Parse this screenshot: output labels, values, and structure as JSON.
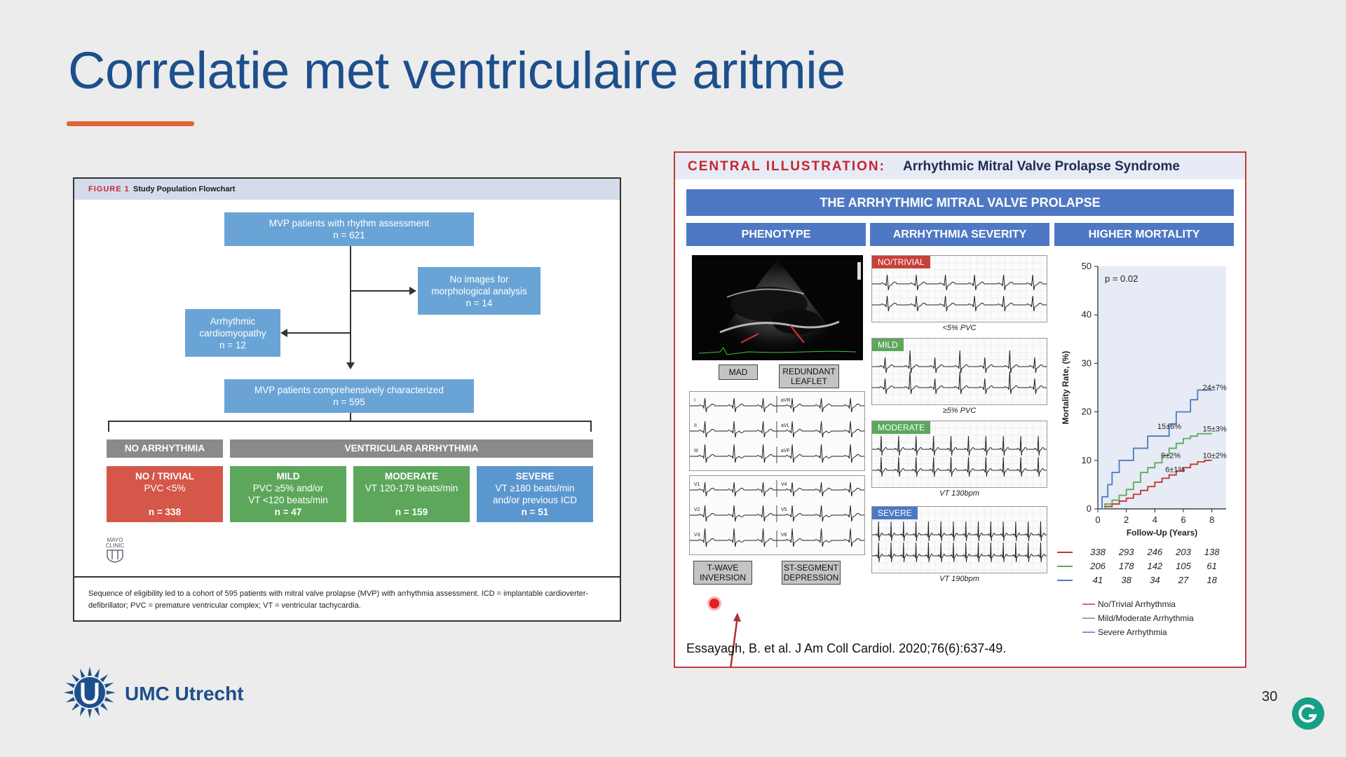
{
  "slide": {
    "title": "Correlatie met ventriculaire aritmie",
    "page_number": "30",
    "logo_text": "UMC Utrecht",
    "accent_color": "#e0633c",
    "title_color": "#1d4f8c"
  },
  "figure1": {
    "label": "FIGURE 1",
    "title": "Study Population Flowchart",
    "top_box": [
      "MVP patients with rhythm assessment",
      "n = 621"
    ],
    "no_images_box": [
      "No images for",
      "morphological analysis",
      "n = 14"
    ],
    "arrhythmic_box": [
      "Arrhythmic",
      "cardiomyopathy",
      "n = 12"
    ],
    "characterized_box": [
      "MVP patients comprehensively characterized",
      "n = 595"
    ],
    "group_no_arrhythmia": "NO ARRHYTHMIA",
    "group_ventricular": "VENTRICULAR ARRHYTHMIA",
    "categories": [
      {
        "title": "NO / TRIVIAL",
        "lines": [
          "PVC <5%",
          ""
        ],
        "n": "n = 338"
      },
      {
        "title": "MILD",
        "lines": [
          "PVC ≥5% and/or",
          "VT <120 beats/min"
        ],
        "n": "n = 47"
      },
      {
        "title": "MODERATE",
        "lines": [
          "VT 120-179 beats/min",
          ""
        ],
        "n": "n = 159"
      },
      {
        "title": "SEVERE",
        "lines": [
          "VT ≥180 beats/min",
          "and/or previous ICD"
        ],
        "n": "n = 51"
      }
    ],
    "mayo_logo": [
      "MAYO",
      "CLINIC"
    ],
    "caption": "Sequence of eligibility led to a cohort of 595 patients with mitral valve prolapse (MVP) with arrhythmia assessment. ICD = implantable cardioverter-defibrillator; PVC = premature ventricular complex; VT = ventricular tachycardia."
  },
  "central": {
    "label": "CENTRAL ILLUSTRATION:",
    "title": "Arrhythmic Mitral Valve Prolapse Syndrome",
    "banner": "THE ARRHYTHMIC MITRAL VALVE PROLAPSE",
    "columns": [
      "PHENOTYPE",
      "ARRHYTHMIA SEVERITY",
      "HIGHER MORTALITY"
    ],
    "phenotype_tags": {
      "mad": "MAD",
      "redundant": [
        "REDUNDANT",
        "LEAFLET"
      ],
      "twave": [
        "T-WAVE",
        "INVERSION"
      ],
      "st": [
        "ST-SEGMENT",
        "DEPRESSION"
      ]
    },
    "ecg_leads": [
      "I",
      "aVR",
      "II",
      "aVL",
      "III",
      "aVF",
      "V1",
      "V4",
      "V2",
      "V5",
      "V3",
      "V6"
    ],
    "severity": [
      {
        "label": "NO/TRIVIAL",
        "caption": "<5% PVC",
        "color": "#c8403a"
      },
      {
        "label": "MILD",
        "caption": "≥5% PVC",
        "color": "#5ca75c"
      },
      {
        "label": "MODERATE",
        "caption": "VT 130bpm",
        "color": "#5ca75c"
      },
      {
        "label": "SEVERE",
        "caption": "VT 190bpm",
        "color": "#4f78c4"
      }
    ],
    "citation": "Essayagh, B. et al. J Am Coll Cardiol. 2020;76(6):637-49."
  },
  "chart_data": {
    "type": "line",
    "xlabel": "Follow-Up (Years)",
    "ylabel": "Mortality Rate, (%)",
    "xlim": [
      0,
      9
    ],
    "ylim": [
      0,
      50
    ],
    "xticks": [
      0,
      2,
      4,
      6,
      8
    ],
    "yticks": [
      0,
      10,
      20,
      30,
      40,
      50
    ],
    "p_value": "p = 0.02",
    "series": [
      {
        "name": "No/Trivial Arrhythmia",
        "color": "#c0392b",
        "x": [
          0,
          0.5,
          1,
          1.5,
          2,
          2.5,
          3,
          3.5,
          4,
          4.5,
          5,
          5.5,
          6,
          6.5,
          7,
          7.5,
          8
        ],
        "y": [
          0,
          0.5,
          1,
          1.6,
          2.2,
          3,
          3.8,
          4.6,
          5.5,
          6.3,
          7,
          7.8,
          8.5,
          9.2,
          9.7,
          10,
          10
        ]
      },
      {
        "name": "Mild/Moderate Arrhythmia",
        "color": "#5ca75c",
        "x": [
          0,
          0.5,
          1,
          1.5,
          2,
          2.5,
          3,
          3.5,
          4,
          4.5,
          5,
          5.5,
          6,
          6.5,
          7,
          7.5,
          8
        ],
        "y": [
          0,
          1,
          1.8,
          2.8,
          4,
          5.5,
          7.5,
          8.5,
          9.5,
          11,
          12.5,
          13.5,
          14.5,
          15,
          15.5,
          15.5,
          15.5
        ]
      },
      {
        "name": "Severe Arrhythmia",
        "color": "#4f78c4",
        "x": [
          0,
          0.3,
          0.7,
          1,
          1.5,
          2,
          2.5,
          3,
          3.5,
          4,
          5,
          5.5,
          6,
          6.5,
          7,
          8
        ],
        "y": [
          0,
          2.5,
          5,
          7.5,
          10,
          10,
          12.5,
          12.5,
          15,
          15,
          17.5,
          20,
          20,
          22.5,
          24.5,
          24.5
        ]
      }
    ],
    "annotations": [
      "24±7%",
      "15±6%",
      "15±3%",
      "9±2%",
      "6±1%",
      "10±2%"
    ],
    "at_risk": [
      {
        "series": "No/Trivial Arrhythmia",
        "values": [
          "338",
          "293",
          "246",
          "203",
          "138"
        ]
      },
      {
        "series": "Mild/Moderate Arrhythmia",
        "values": [
          "206",
          "178",
          "142",
          "105",
          "61"
        ]
      },
      {
        "series": "Severe Arrhythmia",
        "values": [
          "41",
          "38",
          "34",
          "27",
          "18"
        ]
      }
    ]
  }
}
